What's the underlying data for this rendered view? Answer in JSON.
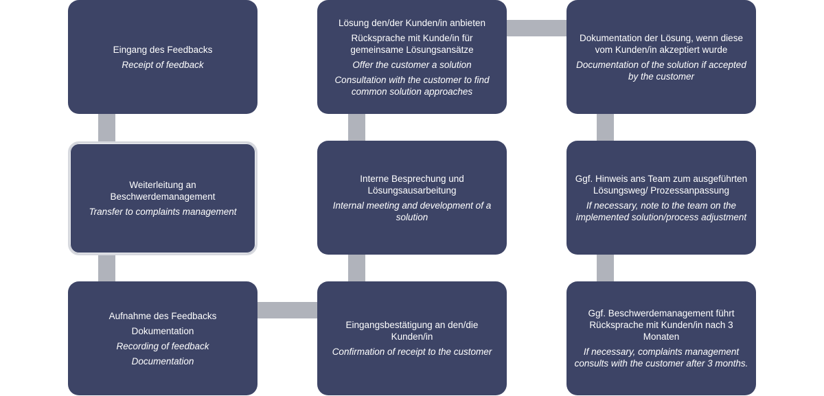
{
  "boxes": {
    "b1": {
      "de": [
        "Eingang des Feedbacks"
      ],
      "en": [
        "Receipt of feedback"
      ]
    },
    "b2": {
      "de": [
        "Weiterleitung an Beschwerdemanagement"
      ],
      "en": [
        "Transfer to complaints management"
      ]
    },
    "b3": {
      "de": [
        "Aufnahme des Feedbacks",
        "Dokumentation"
      ],
      "en": [
        "Recording of feedback",
        "Documentation"
      ]
    },
    "b4": {
      "de": [
        "Eingangsbestätigung an den/die Kunden/in"
      ],
      "en": [
        "Confirmation of receipt to the customer"
      ]
    },
    "b5": {
      "de": [
        "Interne Besprechung und Lösungsausarbeitung"
      ],
      "en": [
        "Internal meeting and development of a solution"
      ]
    },
    "b6": {
      "de": [
        "Lösung den/der Kunden/in anbieten",
        "Rücksprache mit Kunde/in für gemeinsame Lösungsansätze"
      ],
      "en": [
        "Offer the customer a solution",
        "Consultation with the customer to find common solution approaches"
      ]
    },
    "b7": {
      "de": [
        "Dokumentation der Lösung, wenn diese vom Kunden/in akzeptiert wurde"
      ],
      "en": [
        "Documentation of the solution if accepted by the customer"
      ]
    },
    "b8": {
      "de": [
        "Ggf. Hinweis ans Team zum ausgeführten Lösungsweg/ Prozessanpassung"
      ],
      "en": [
        "If necessary, note to the team on the implemented solution/process adjustment"
      ]
    },
    "b9": {
      "de": [
        "Ggf. Beschwerdemanagement führt Rücksprache mit Kunden/in nach 3 Monaten"
      ],
      "en": [
        "If necessary, complaints management consults with the customer after 3 months."
      ]
    }
  },
  "colors": {
    "box": "#3d4466",
    "connector": "#b0b3bb",
    "text": "#ffffff"
  }
}
